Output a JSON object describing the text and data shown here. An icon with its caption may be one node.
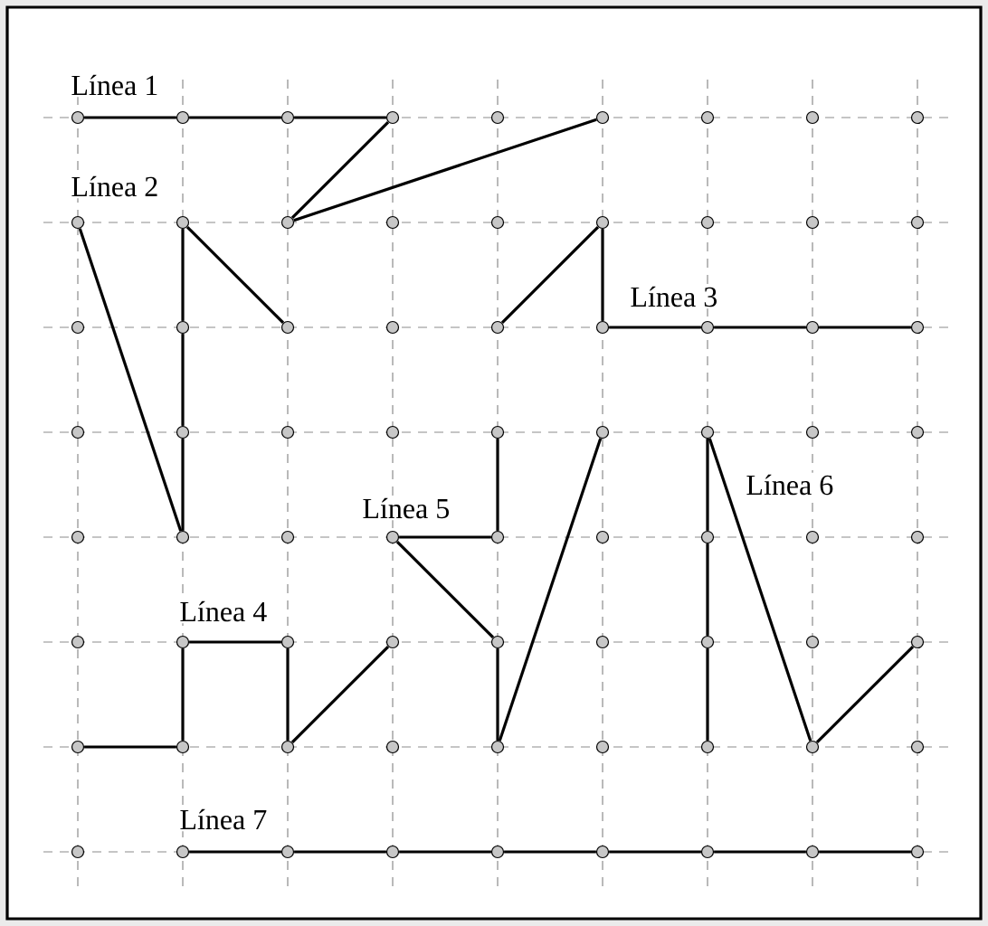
{
  "diagram": {
    "nodes": [
      {
        "text": [],
        "shape": "circle"
      },
      {
        "text": [],
        "shape": "circle"
      },
      {
        "text": [],
        "shape": "circle"
      },
      {
        "text": [],
        "shape": "circle"
      },
      {
        "text": [],
        "shape": "circle"
      },
      {
        "text": [],
        "shape": "circle"
      },
      {
        "text": [],
        "shape": "circle"
      },
      {
        "text": [],
        "shape": "circle"
      },
      {
        "text": [],
        "shape": "circle"
      },
      {
        "text": [],
        "shape": "circle"
      },
      {
        "text": [],
        "shape": "circle"
      },
      {
        "text": [],
        "shape": "circle"
      },
      {
        "text": [],
        "shape": "circle"
      },
      {
        "text": [],
        "shape": "circle"
      },
      {
        "text": [],
        "shape": "circle"
      },
      {
        "text": [],
        "shape": "circle"
      },
      {
        "text": [],
        "shape": "circle"
      },
      {
        "text": [],
        "shape": "circle"
      },
      {
        "text": [],
        "shape": "circle"
      },
      {
        "text": [],
        "shape": "circle"
      },
      {
        "text": [],
        "shape": "circle"
      },
      {
        "text": [],
        "shape": "circle"
      },
      {
        "text": [],
        "shape": "circle"
      },
      {
        "text": [],
        "shape": "circle"
      },
      {
        "text": [],
        "shape": "circle"
      },
      {
        "text": [],
        "shape": "circle"
      },
      {
        "text": [],
        "shape": "circle"
      },
      {
        "text": [],
        "shape": "circle"
      },
      {
        "text": [],
        "shape": "circle"
      },
      {
        "text": [],
        "shape": "circle"
      },
      {
        "text": [],
        "shape": "circle"
      },
      {
        "text": [],
        "shape": "circle"
      },
      {
        "text": [],
        "shape": "circle"
      },
      {
        "text": [],
        "shape": "circle"
      },
      {
        "text": [],
        "shape": "circle"
      },
      {
        "text": [],
        "shape": "circle"
      },
      {
        "text": [],
        "shape": "circle"
      },
      {
        "text": [],
        "shape": "circle"
      },
      {
        "text": [],
        "shape": "circle"
      },
      {
        "text": [],
        "shape": "circle"
      },
      {
        "text": [],
        "shape": "circle"
      },
      {
        "text": [],
        "shape": "circle"
      },
      {
        "text": [],
        "shape": "circle"
      },
      {
        "text": [],
        "shape": "circle"
      },
      {
        "text": [],
        "shape": "circle"
      },
      {
        "text": [],
        "shape": "circle"
      },
      {
        "text": [],
        "shape": "circle"
      },
      {
        "text": [],
        "shape": "circle"
      },
      {
        "text": [],
        "shape": "circle"
      },
      {
        "text": [],
        "shape": "circle"
      },
      {
        "text": [],
        "shape": "circle"
      },
      {
        "text": [],
        "shape": "circle"
      },
      {
        "text": [],
        "shape": "circle"
      },
      {
        "text": [],
        "shape": "circle"
      },
      {
        "text": [],
        "shape": "circle"
      },
      {
        "text": [],
        "shape": "circle"
      },
      {
        "text": [],
        "shape": "circle"
      },
      {
        "text": [],
        "shape": "circle"
      },
      {
        "text": [],
        "shape": "circle"
      },
      {
        "text": [],
        "shape": "circle"
      },
      {
        "text": [],
        "shape": "circle"
      },
      {
        "text": [],
        "shape": "circle"
      },
      {
        "text": [],
        "shape": "circle"
      },
      {
        "text": [],
        "shape": "circle"
      },
      {
        "text": [],
        "shape": "circle"
      },
      {
        "text": [],
        "shape": "circle"
      },
      {
        "text": [],
        "shape": "circle"
      },
      {
        "text": [],
        "shape": "circle"
      },
      {
        "text": [],
        "shape": "circle"
      },
      {
        "text": [],
        "shape": "circle"
      },
      {
        "text": [],
        "shape": "circle"
      },
      {
        "text": [],
        "shape": "circle"
      }
    ],
    "edges": [
      {
        "from": 0,
        "to": 1,
        "arrow": "none"
      },
      {
        "from": 1,
        "to": 2,
        "arrow": "none"
      },
      {
        "from": 2,
        "to": 3,
        "arrow": "none"
      },
      {
        "from": 3,
        "to": 11,
        "arrow": "none"
      },
      {
        "from": 11,
        "to": 5,
        "arrow": "none"
      },
      {
        "from": 9,
        "to": 37,
        "arrow": "none"
      },
      {
        "from": 37,
        "to": 28,
        "arrow": "none"
      },
      {
        "from": 28,
        "to": 19,
        "arrow": "none"
      },
      {
        "from": 19,
        "to": 10,
        "arrow": "none"
      },
      {
        "from": 10,
        "to": 20,
        "arrow": "none"
      },
      {
        "from": 22,
        "to": 14,
        "arrow": "none"
      },
      {
        "from": 14,
        "to": 23,
        "arrow": "none"
      },
      {
        "from": 23,
        "to": 24,
        "arrow": "none"
      },
      {
        "from": 24,
        "to": 25,
        "arrow": "none"
      },
      {
        "from": 25,
        "to": 26,
        "arrow": "none"
      },
      {
        "from": 54,
        "to": 55,
        "arrow": "none"
      },
      {
        "from": 55,
        "to": 46,
        "arrow": "none"
      },
      {
        "from": 46,
        "to": 47,
        "arrow": "none"
      },
      {
        "from": 47,
        "to": 56,
        "arrow": "none"
      },
      {
        "from": 56,
        "to": 48,
        "arrow": "none"
      },
      {
        "from": 31,
        "to": 40,
        "arrow": "none"
      },
      {
        "from": 40,
        "to": 39,
        "arrow": "none"
      },
      {
        "from": 39,
        "to": 49,
        "arrow": "none"
      },
      {
        "from": 49,
        "to": 58,
        "arrow": "none"
      },
      {
        "from": 58,
        "to": 32,
        "arrow": "none"
      },
      {
        "from": 33,
        "to": 42,
        "arrow": "none"
      },
      {
        "from": 42,
        "to": 51,
        "arrow": "none"
      },
      {
        "from": 51,
        "to": 60,
        "arrow": "none"
      },
      {
        "from": 33,
        "to": 61,
        "arrow": "none"
      },
      {
        "from": 61,
        "to": 53,
        "arrow": "none"
      },
      {
        "from": 64,
        "to": 65,
        "arrow": "none"
      },
      {
        "from": 65,
        "to": 66,
        "arrow": "none"
      },
      {
        "from": 66,
        "to": 67,
        "arrow": "none"
      },
      {
        "from": 67,
        "to": 68,
        "arrow": "none"
      },
      {
        "from": 68,
        "to": 69,
        "arrow": "none"
      },
      {
        "from": 69,
        "to": 70,
        "arrow": "none"
      },
      {
        "from": 70,
        "to": 71,
        "arrow": "none"
      }
    ],
    "labels": [
      "Línea 1",
      "Línea 2",
      "Línea 3",
      "Línea 4",
      "Línea 5",
      "Línea 6",
      "Línea 7"
    ]
  }
}
